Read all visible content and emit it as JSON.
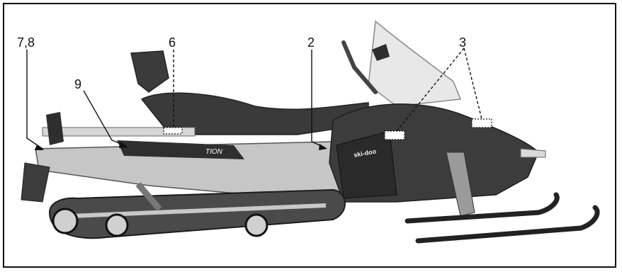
{
  "figure": {
    "callouts": [
      {
        "id": "c78",
        "text": "7,8"
      },
      {
        "id": "c9",
        "text": "9"
      },
      {
        "id": "c6",
        "text": "6"
      },
      {
        "id": "c2",
        "text": "2"
      },
      {
        "id": "c3",
        "text": "3"
      }
    ],
    "badge_text": "ski-doo",
    "side_text": "TION",
    "colors": {
      "line": "#111111",
      "body_dark": "#3a3a3a",
      "body_mid": "#6e6e6e",
      "body_light": "#bdbdbd",
      "metal": "#d8d8d8"
    }
  }
}
